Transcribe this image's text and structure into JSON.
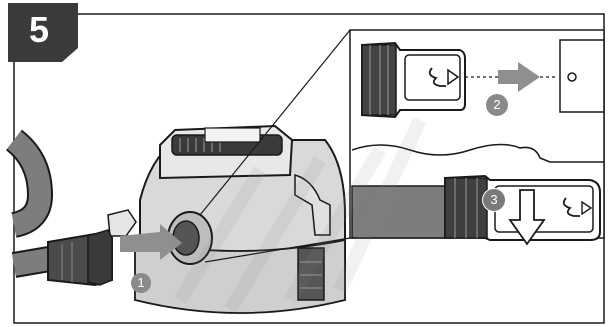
{
  "step": {
    "number": "5"
  },
  "callouts": {
    "one": "1",
    "two": "2",
    "three": "3"
  },
  "colors": {
    "outline": "#1a1a1a",
    "badge": "#3a3a3a",
    "arrow": "#8f8f8f",
    "body_fill": "#d8d8d8",
    "hose_fill": "#777777"
  },
  "icons": {
    "main": "wet-dry-vacuum-illustration",
    "detail_top": "hose-connector-slide-icon",
    "detail_bottom": "hose-lock-press-icon"
  }
}
